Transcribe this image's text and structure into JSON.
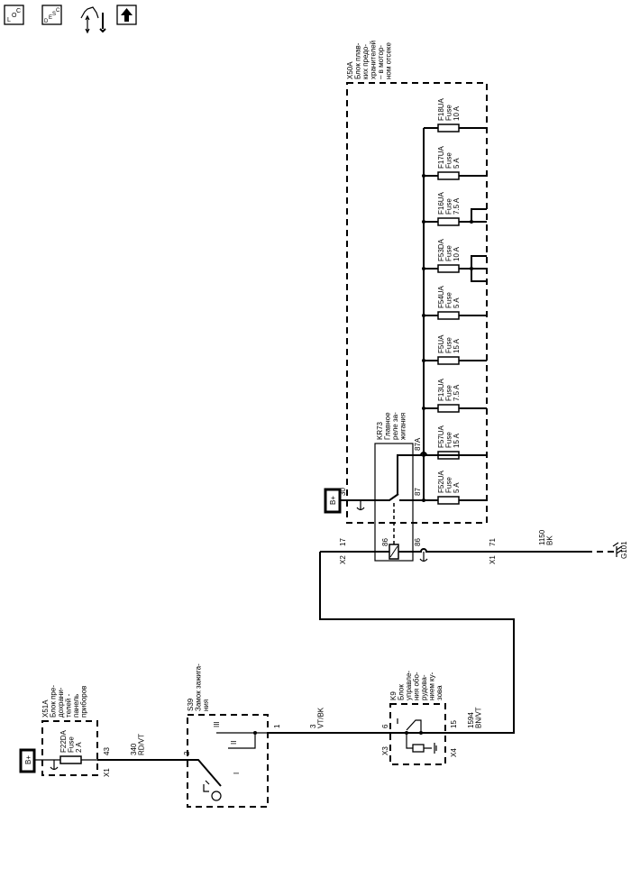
{
  "toolbar": {
    "icons": [
      {
        "name": "location-icon",
        "glyph": "LOC"
      },
      {
        "name": "description-icon",
        "glyph": "DESC"
      },
      {
        "name": "connector-repair-icon",
        "glyph": ""
      },
      {
        "name": "up-arrow-icon",
        "glyph": "↑"
      }
    ],
    "loc_letters": [
      "L",
      "O",
      "C"
    ],
    "desc_letters": [
      "D",
      "E",
      "S",
      "C"
    ]
  },
  "x50a": {
    "label": [
      "X50A",
      "Блок плав-",
      "ких предо-",
      "хранителей",
      "– в мотор-",
      "ном отсеке"
    ]
  },
  "fuses": [
    {
      "id": "F18UA",
      "type": "Fuse",
      "rating": "10 A"
    },
    {
      "id": "F17UA",
      "type": "Fuse",
      "rating": "5 A"
    },
    {
      "id": "F16UA",
      "type": "Fuse",
      "rating": "7.5 A"
    },
    {
      "id": "F53DA",
      "type": "Fuse",
      "rating": "10 A"
    },
    {
      "id": "F54UA",
      "type": "Fuse",
      "rating": "5 A"
    },
    {
      "id": "F5UA",
      "type": "Fuse",
      "rating": "15 A"
    },
    {
      "id": "F13UA",
      "type": "Fuse",
      "rating": "7.5 A"
    },
    {
      "id": "F57UA",
      "type": "Fuse",
      "rating": "15 A"
    },
    {
      "id": "F52UA",
      "type": "Fuse",
      "rating": "5 A"
    }
  ],
  "relay": {
    "label": [
      "KR73",
      "Главное",
      "реле за-",
      "жигания"
    ],
    "pin30": "30",
    "pin87": "87",
    "pin87a": "87A",
    "pin86a": "86",
    "pin86b": "86"
  },
  "power": {
    "b_plus_1": "B+",
    "b_plus_2": "B+"
  },
  "connectors": {
    "x2": "X2",
    "x2_pin": "17",
    "x1": "X1",
    "x1_pin": "71",
    "x51_x1": "X1",
    "x51_pin": "43",
    "s39_pin2": "2",
    "s39_pin1": "1",
    "k9_x3": "X3",
    "k9_pin6": "6",
    "k9_x4": "X4",
    "k9_pin15": "15"
  },
  "wires": {
    "w1150": [
      "1150",
      "BK"
    ],
    "w340": [
      "340",
      "RD/VT"
    ],
    "w3": [
      "3",
      "VT/BK"
    ],
    "w1594": [
      "1594",
      "BN/VT"
    ]
  },
  "ground": {
    "label": "G101"
  },
  "x51a": {
    "label": [
      "X51A",
      "Блок пре-",
      "дохрани-",
      "телей -",
      "панель",
      "приборов"
    ],
    "fuse": [
      "F22DA",
      "Fuse",
      "2 A"
    ]
  },
  "s39": {
    "label": [
      "S39",
      "Замок зажига-",
      "ния"
    ],
    "pos_iii": "III",
    "pos_ii": "II",
    "pos_i": "I",
    "pos_0": "0"
  },
  "k9": {
    "label": [
      "K9",
      "Блок",
      "управле-",
      "ния обо-",
      "рудова-",
      "нием ку-",
      "зова"
    ]
  }
}
